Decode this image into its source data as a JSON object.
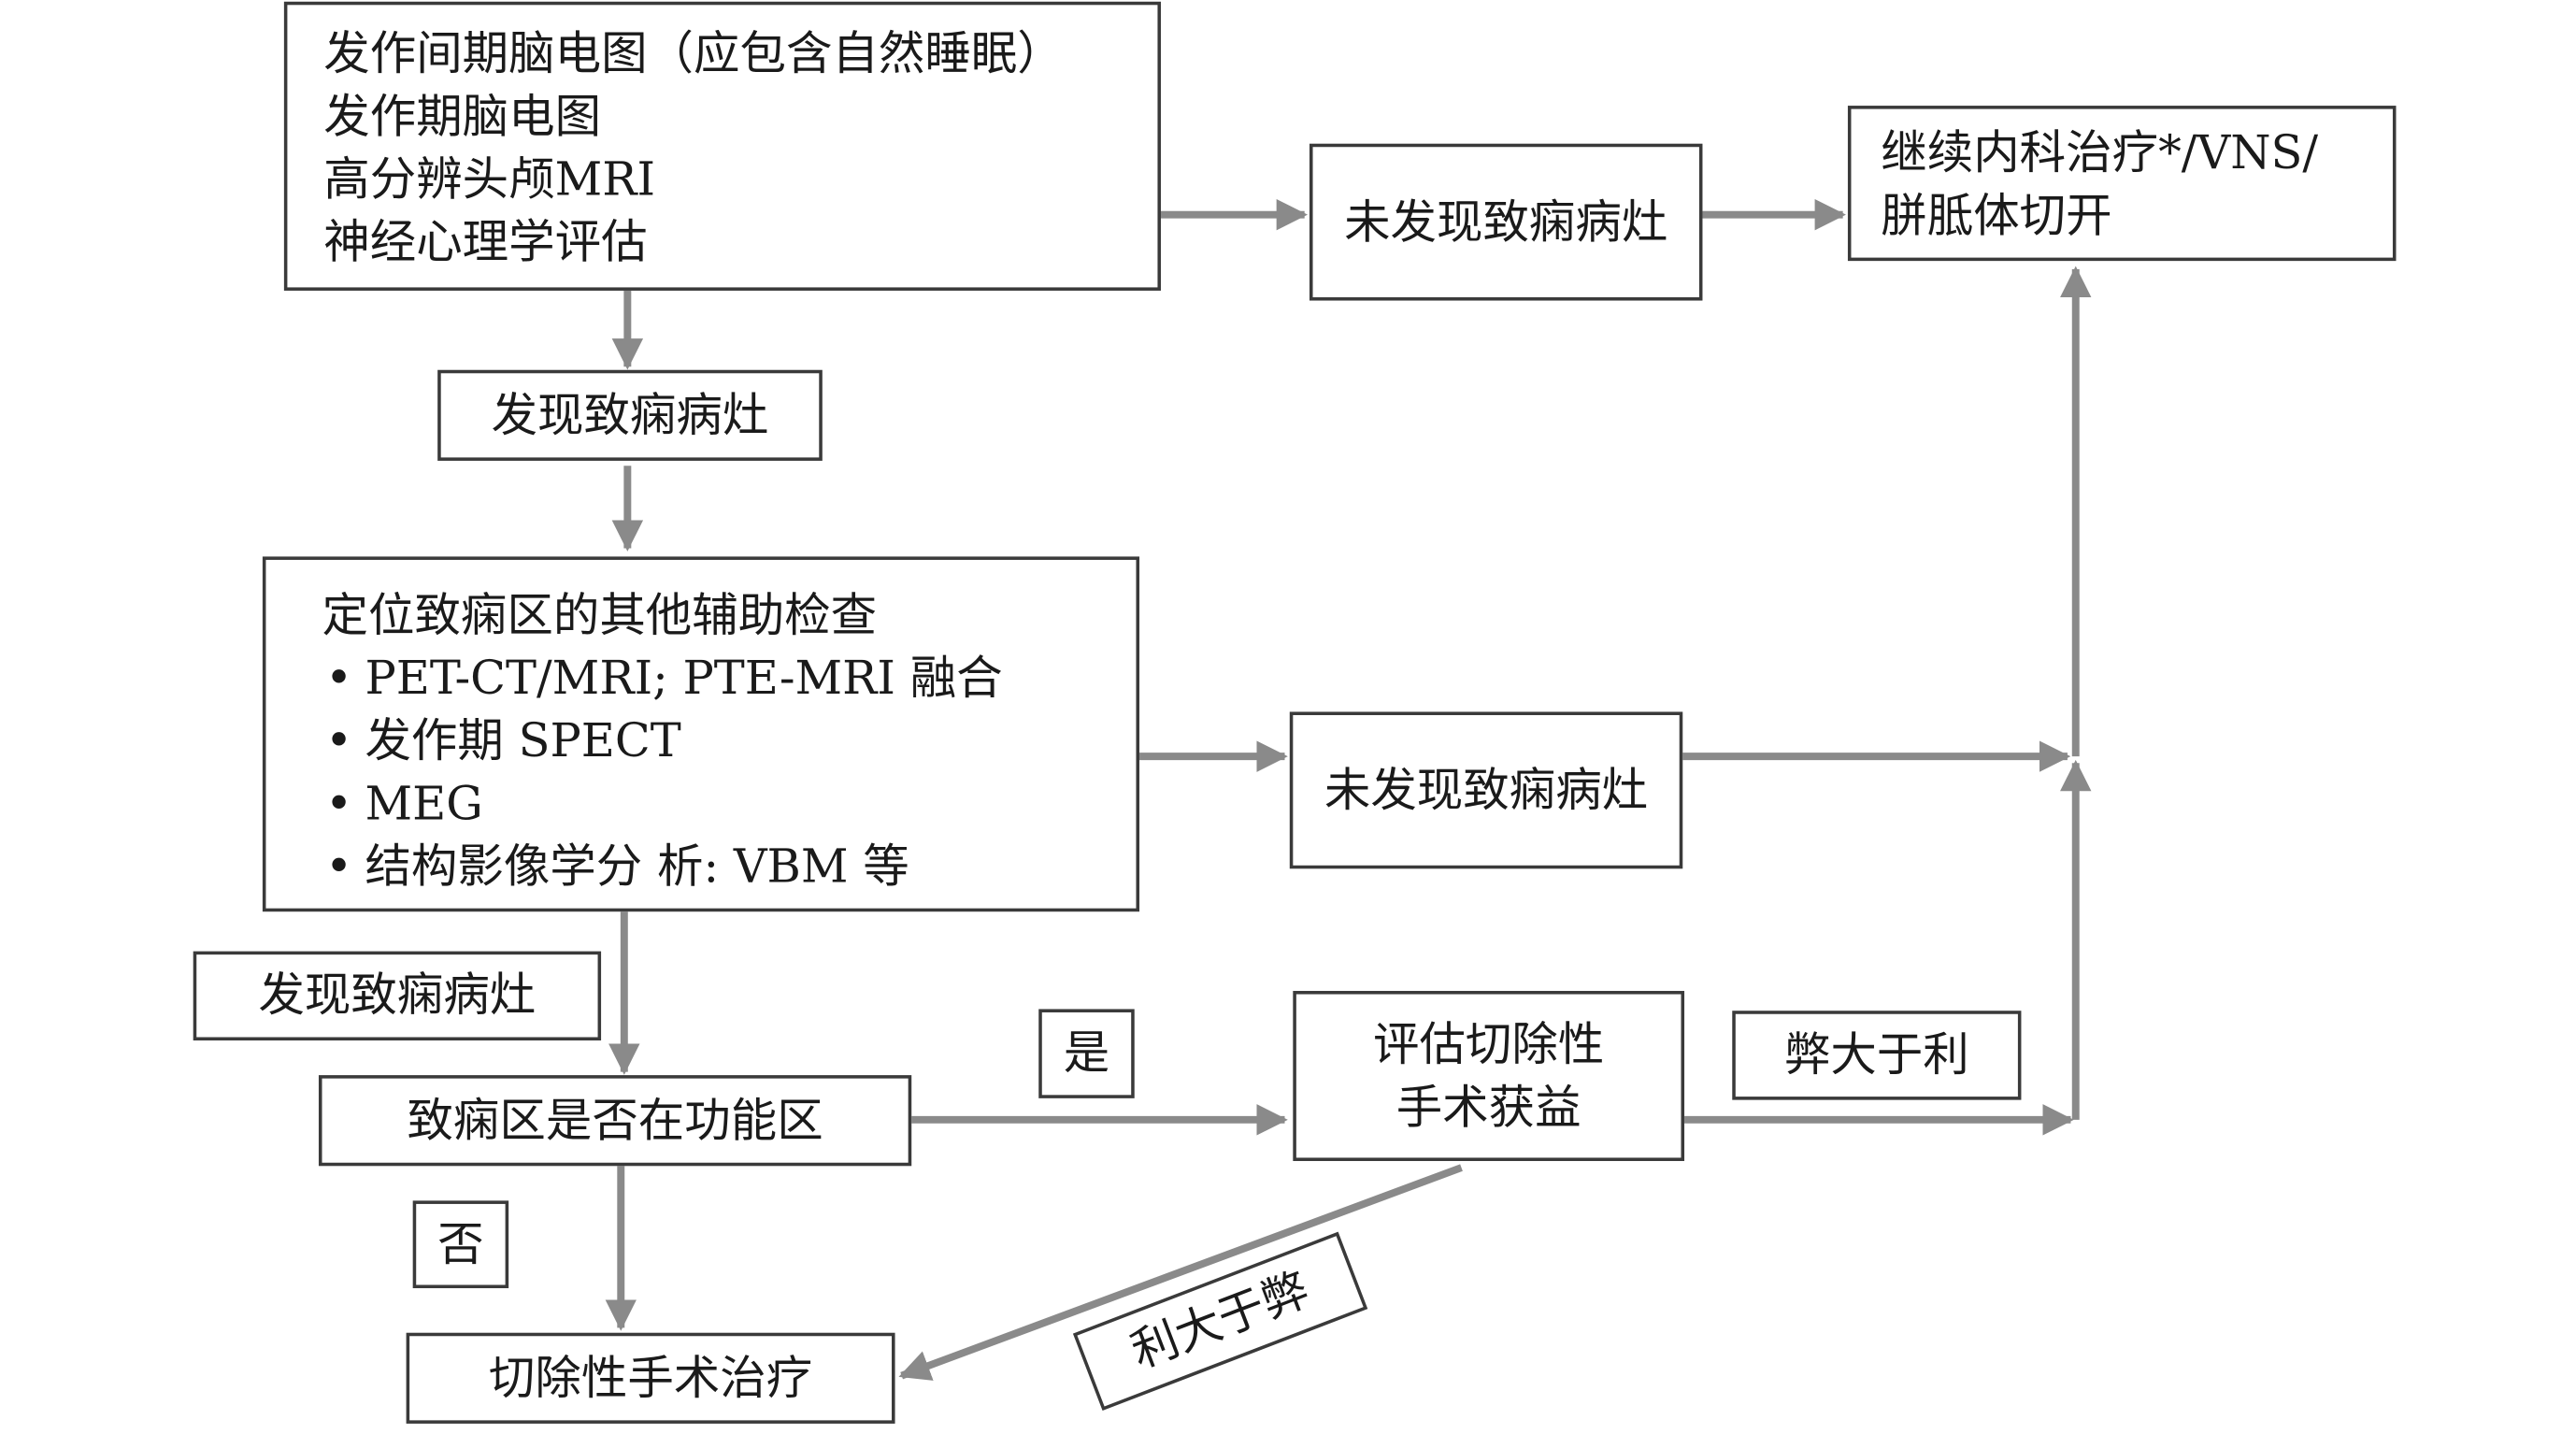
{
  "nodes": {
    "initial_exams": {
      "lines": [
        "发作间期脑电图（应包含自然睡眠）",
        "发作期脑电图",
        "高分辨头颅MRI",
        "神经心理学评估"
      ]
    },
    "found_focus_1": "发现致痫病灶",
    "not_found_1": "未发现致痫病灶",
    "continue_treatment": {
      "lines": [
        "继续内科治疗*/VNS/",
        "胼胝体切开"
      ]
    },
    "aux_exams": {
      "title": "定位致痫区的其他辅助检查",
      "items": [
        "PET-CT/MRI; PTE-MRI 融合",
        "发作期   SPECT",
        " MEG",
        "结构影像学分  析: VBM 等"
      ]
    },
    "not_found_2": "未发现致痫病灶",
    "found_focus_2": "发现致痫病灶",
    "functional_area_question": "致痫区是否在功能区",
    "evaluate_benefit": {
      "lines": [
        "评估切除性",
        "手术获益"
      ]
    },
    "resection_surgery": "切除性手术治疗"
  },
  "edge_labels": {
    "yes": "是",
    "no": "否",
    "harm_outweighs": "弊大于利",
    "benefit_outweighs": "利大于弊"
  },
  "colors": {
    "arrow": "#8a8a8a",
    "border": "#3a3a3a",
    "text": "#1a1a1a"
  }
}
